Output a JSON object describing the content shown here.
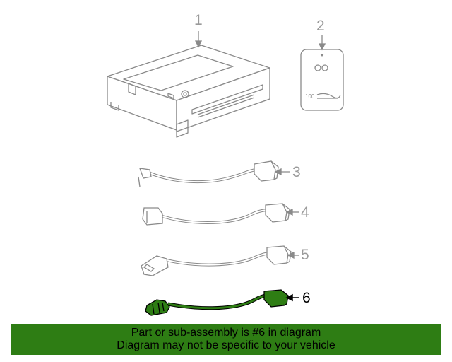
{
  "callouts": [
    {
      "label": "1"
    },
    {
      "label": "2"
    },
    {
      "label": "3"
    },
    {
      "label": "4"
    },
    {
      "label": "5"
    },
    {
      "label": "6"
    }
  ],
  "highlight_color": "#2e7d14",
  "card_text": "100",
  "banner": {
    "line1": "Part or sub-assembly is #6 in diagram",
    "line2": "Diagram may not be specific to your vehicle"
  }
}
